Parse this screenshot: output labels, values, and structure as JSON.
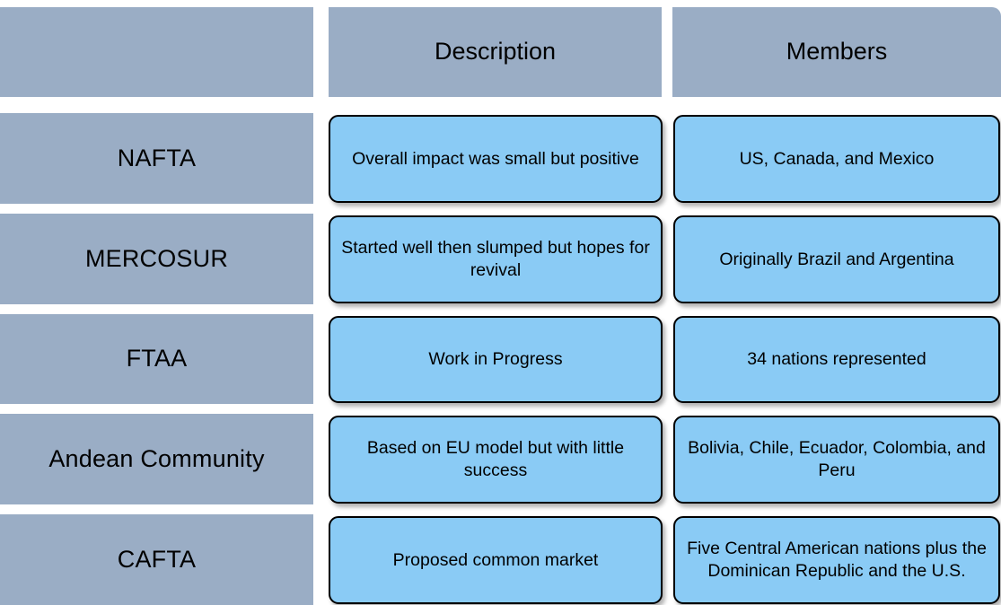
{
  "colors": {
    "header_fill": "#9aadc5",
    "label_fill": "#9aadc5",
    "box_fill": "#8acbf5",
    "box_border": "#000000",
    "page_background": "#ffffff",
    "text": "#000000"
  },
  "table": {
    "columns": [
      {
        "key": "agreement",
        "header": ""
      },
      {
        "key": "description",
        "header": "Description"
      },
      {
        "key": "members",
        "header": "Members"
      }
    ],
    "rows": [
      {
        "agreement": "NAFTA",
        "description": "Overall impact was small but positive",
        "members": "US, Canada, and Mexico"
      },
      {
        "agreement": "MERCOSUR",
        "description": "Started well then slumped but hopes for revival",
        "members": "Originally Brazil and Argentina"
      },
      {
        "agreement": "FTAA",
        "description": "Work in Progress",
        "members": "34 nations represented"
      },
      {
        "agreement": "Andean Community",
        "description": "Based on EU model but with little success",
        "members": "Bolivia, Chile, Ecuador, Colombia, and Peru"
      },
      {
        "agreement": "CAFTA",
        "description": "Proposed common market",
        "members": "Five Central American nations plus the Dominican Republic and the U.S."
      }
    ]
  }
}
